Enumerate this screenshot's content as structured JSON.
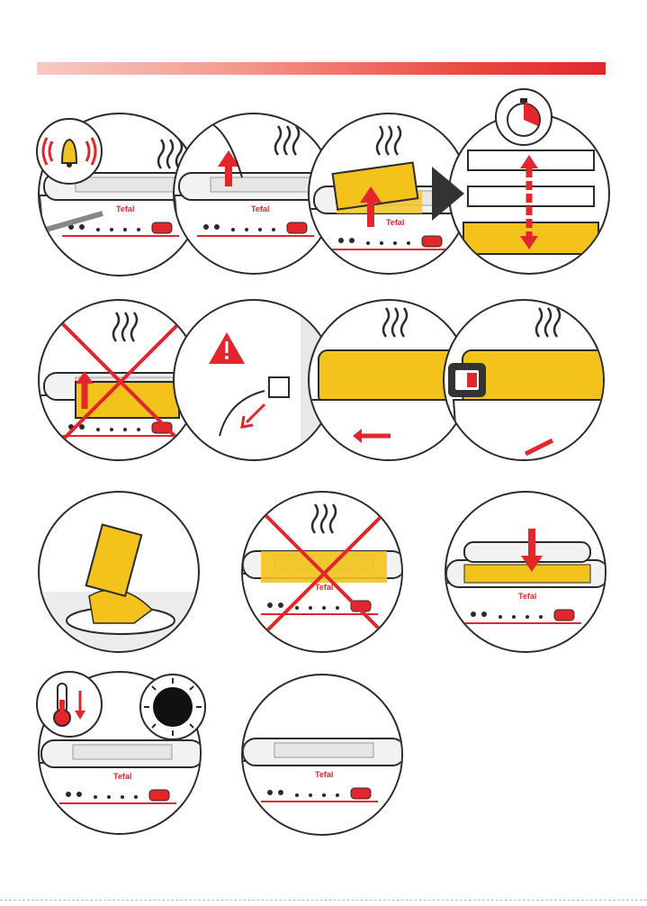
{
  "manual_page": {
    "accent_color": "#e3262b",
    "oil_color": "#f3c31c",
    "steps": [
      {
        "row": 1,
        "illustration": "alarm-bell-steam"
      },
      {
        "row": 1,
        "illustration": "lift-lid"
      },
      {
        "row": 1,
        "illustration": "lift-basket-drain"
      },
      {
        "row": 1,
        "illustration": "basket-positions-timer"
      },
      {
        "row": 2,
        "illustration": "do-not-lift-basket-while-steaming",
        "prohibited": true
      },
      {
        "row": 2,
        "illustration": "unplug-warning"
      },
      {
        "row": 2,
        "illustration": "press-button-left"
      },
      {
        "row": 2,
        "illustration": "switch-off"
      },
      {
        "row": 3,
        "illustration": "serve-fries"
      },
      {
        "row": 3,
        "illustration": "do-not-move-hot-fryer",
        "prohibited": true
      },
      {
        "row": 3,
        "illustration": "close-lid"
      },
      {
        "row": 4,
        "illustration": "cooling-thermometer-dial"
      },
      {
        "row": 4,
        "illustration": "carry-fryer"
      }
    ],
    "brand_text": "Tefal"
  }
}
